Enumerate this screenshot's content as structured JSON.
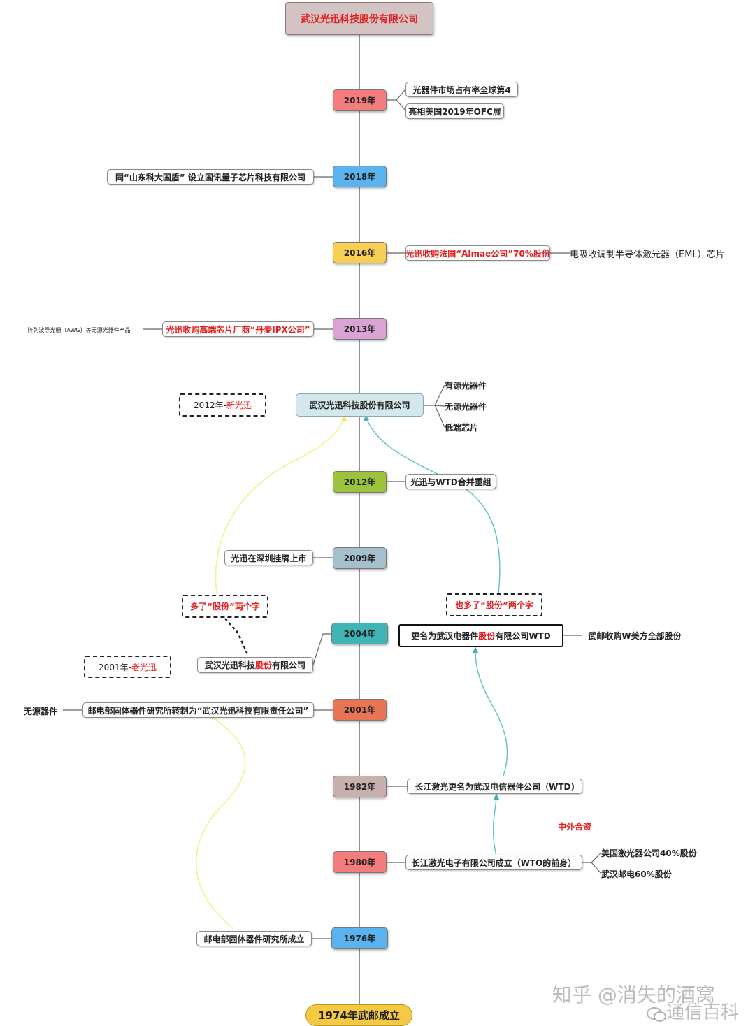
{
  "root_title": "武汉光迅科技股份有限公司",
  "bottom_title": "1974年武邮成立",
  "years": {
    "y2019": "2019年",
    "y2018": "2018年",
    "y2016": "2016年",
    "y2013": "2013年",
    "y2012": "2012年",
    "y2009": "2009年",
    "y2004": "2004年",
    "y2001": "2001年",
    "y1982": "1982年",
    "y1980": "1980年",
    "y1976": "1976年"
  },
  "colors": {
    "y2019": "#f47c7c",
    "y2018": "#5ab3ef",
    "y2016": "#f7cf55",
    "y2013": "#d9a4d3",
    "y2012": "#9bc43c",
    "y2009": "#a5bfcc",
    "y2004": "#3fb5b5",
    "y2001": "#e97555",
    "y1982": "#c8b0ad",
    "y1980": "#f47c7c",
    "y1976": "#5ab3ef"
  },
  "events": {
    "e2019a": "光器件市场占有率全球第4",
    "e2019b": "亮相美国2019年OFC展",
    "e2018": "同“山东科大国盾”  设立国讯量子芯片科技有限公司",
    "e2016": "光迅收购法国“Almae公司”70%股份",
    "e2016x": "电吸收调制半导体激光器（EML）芯片",
    "e2013": "光迅收购高端芯片厂商“丹麦IPX公司”",
    "e2013x": "阵列波导光栅（AWG）等无源光器件产品",
    "mid_title": "武汉光迅科技股份有限公司",
    "prod1": "有源光器件",
    "prod2": "无源光器件",
    "prod3": "低端芯片",
    "note2012_a": "2012年-",
    "note2012_b": "新光迅",
    "e2012": "光迅与WTD合并重组",
    "e2009": "光迅在深圳挂牌上市",
    "note_more_a": "多了“股份”两个字",
    "note_more_b": "也多了“股份”两个字",
    "e2004_l_a": "武汉光迅科技",
    "e2004_l_b": "股份",
    "e2004_l_c": "有限公司",
    "e2004_r_a": "更名为武汉电器件",
    "e2004_r_b": "股份",
    "e2004_r_c": "有限公司WTD",
    "e2004_rx": "武邮收购W美方全部股份",
    "note2001_a": "2001年-",
    "note2001_b": "老光迅",
    "e2001": "邮电部固体器件研究所转制为“武汉光迅科技有限责任公司”",
    "e2001x": "无源器件",
    "e1982": "长江激光更名为武汉电信器件公司（WTD)",
    "jv": "中外合资",
    "e1980": "长江激光电子有限公司成立（WTO的前身）",
    "e1980a": "美国激光器公司40%股份",
    "e1980b": "武汉邮电60%股份",
    "e1976": "邮电部固体器件研究所成立"
  },
  "watermark1": "知乎 @消失的酒窝",
  "watermark2": "通信百科"
}
